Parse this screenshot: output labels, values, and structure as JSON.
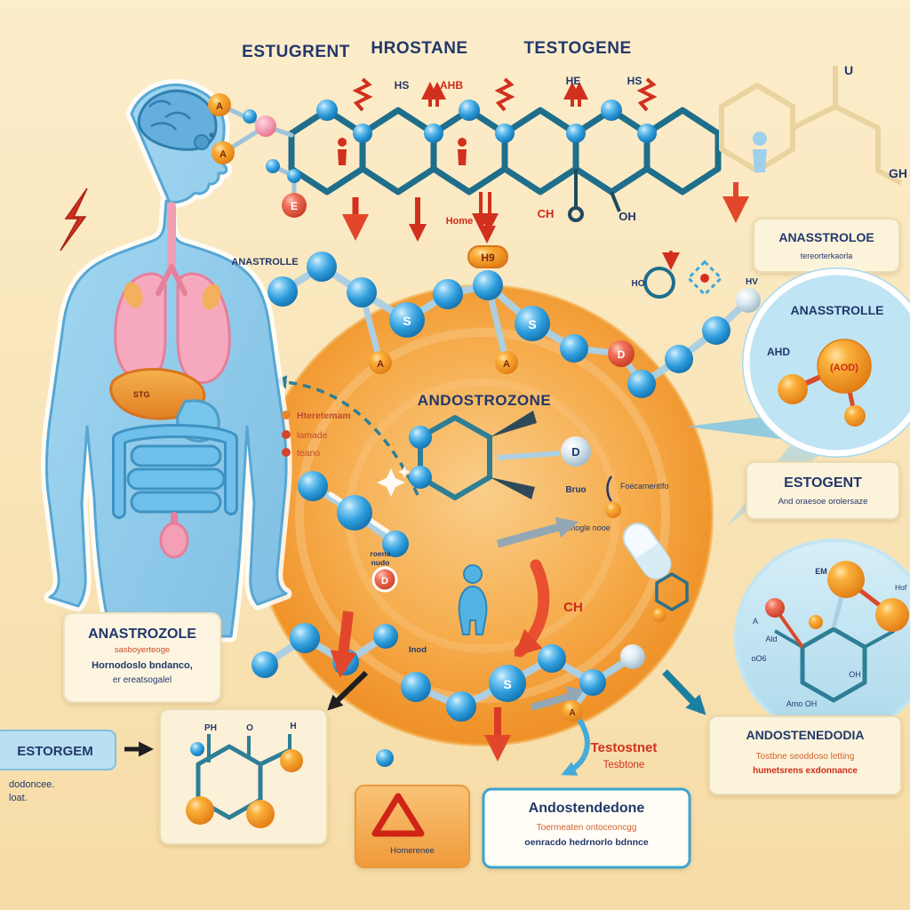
{
  "colors": {
    "background": "#FBE9C5",
    "accent_orange": "#F09A33",
    "molecule_blue": "#2D9CDB",
    "chain_teal": "#1E6E8C",
    "alert_red": "#D2301E",
    "navy": "#22386B",
    "callout_blue": "#BFE4F4"
  },
  "header": {
    "labels": [
      "ESTUGRENT",
      "HROSTANE",
      "TESTOGENE"
    ]
  },
  "top_chain": {
    "atom_labels": [
      "HS",
      "AHB",
      "HE",
      "HS"
    ],
    "u": "U",
    "gh": "GH",
    "ch": "CH",
    "oh": "OH",
    "home": "Home",
    "ho": "HO",
    "hv": "HV",
    "h9": "H9",
    "anastrolle": "ANASTROLLE"
  },
  "left_cluster": {
    "a1": "A",
    "a2": "A",
    "e": "E"
  },
  "body": {
    "liver_label": "STG"
  },
  "center": {
    "title": "ANDOSTROZONE",
    "legend": [
      {
        "text": "Hteretemam"
      },
      {
        "text": "lamade"
      },
      {
        "text": "teano"
      }
    ],
    "spheres": {
      "s1": "S",
      "s2": "S",
      "s3": "S",
      "a1": "A",
      "a2": "A",
      "a3": "A",
      "d1": "D",
      "d2": "D",
      "d3": "D"
    },
    "labels": {
      "bruo": "Bruo",
      "foeca": "Foecamentlfo",
      "enogle": "enogle nooe",
      "roena1": "roena",
      "roena2": "nudo",
      "inod": "Inod",
      "ch": "CH"
    }
  },
  "callouts": {
    "anastroloe": {
      "title": "ANASSTROLOE",
      "subtitle": "tereorterkaorla"
    },
    "magnifier": {
      "title": "ANASSTROLLE",
      "ahd": "AHD",
      "aod": "(AOD)"
    },
    "estogent": {
      "title": "ESTOGENT",
      "subtitle": "And oraesoe orolersaze"
    },
    "andostenedodia": {
      "title": "ANDOSTENEDODIA",
      "line1": "Tostbne seoddoso letting",
      "line2": "humetsrens exdonnance"
    },
    "blue_molecule": {
      "em": "EM",
      "hof": "Hof",
      "a": "A",
      "oo6": "oO6",
      "ald": "Ald",
      "oh": "OH",
      "amo_oh": "Amo OH"
    }
  },
  "bottom": {
    "anastrozole": {
      "title": "ANASTROZOLE",
      "line1": "sasboyerteoge",
      "line2": "Hornodoslo bndanco,",
      "line3": "er ereatsogalel"
    },
    "estorgem": {
      "title": "ESTORGEM",
      "line1": "dodoncee.",
      "line2": "loat."
    },
    "structure": {
      "ph": "PH",
      "o": "O",
      "h": "H"
    },
    "warning": {
      "caption": "Homerenee"
    },
    "andostendedone": {
      "title": "Andostendedone",
      "line1": "Toermeaten ontoceoncgg",
      "line2": "oenracdo hedrnorlo bdnnce"
    },
    "testostnet": {
      "line1": "Testostnet",
      "line2": "Tesbtone"
    }
  }
}
